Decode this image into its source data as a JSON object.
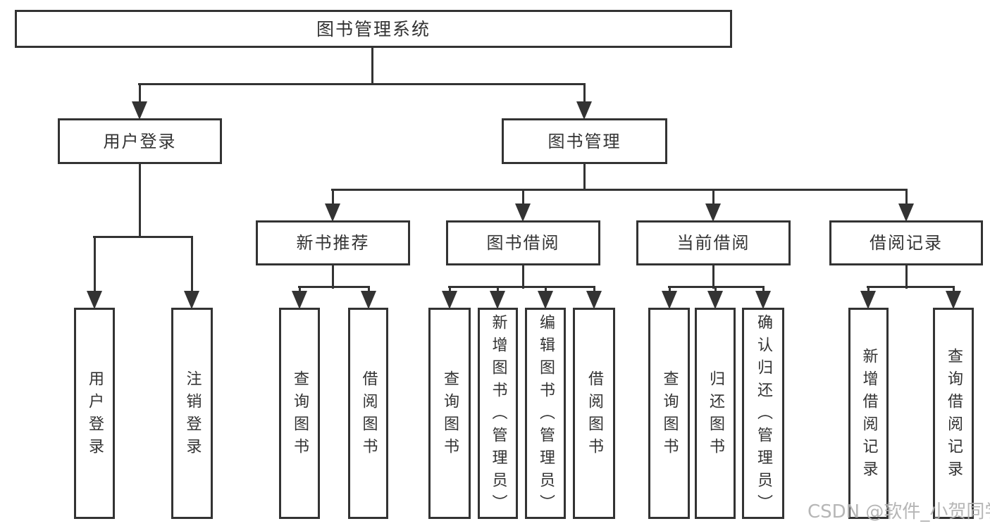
{
  "tree": {
    "label": "图书管理系统",
    "children": [
      {
        "label": "用户登录",
        "children": [
          {
            "label": "用户登录"
          },
          {
            "label": "注销登录"
          }
        ]
      },
      {
        "label": "图书管理",
        "children": [
          {
            "label": "新书推荐",
            "children": [
              {
                "label": "查询图书"
              },
              {
                "label": "借阅图书"
              }
            ]
          },
          {
            "label": "图书借阅",
            "children": [
              {
                "label": "查询图书"
              },
              {
                "label": "新增图书（管理员）"
              },
              {
                "label": "编辑图书（管理员）"
              },
              {
                "label": "借阅图书"
              }
            ]
          },
          {
            "label": "当前借阅",
            "children": [
              {
                "label": "查询图书"
              },
              {
                "label": "归还图书"
              },
              {
                "label": "确认归还（管理员）"
              }
            ]
          },
          {
            "label": "借阅记录",
            "children": [
              {
                "label": "新增借阅记录"
              },
              {
                "label": "查询借阅记录"
              }
            ]
          }
        ]
      }
    ]
  },
  "watermark": {
    "text": "CSDN @软件_小贺同学"
  },
  "colors": {
    "line": "#333333",
    "text": "#333333",
    "background": "#ffffff",
    "watermark": "#b0b0b0"
  }
}
